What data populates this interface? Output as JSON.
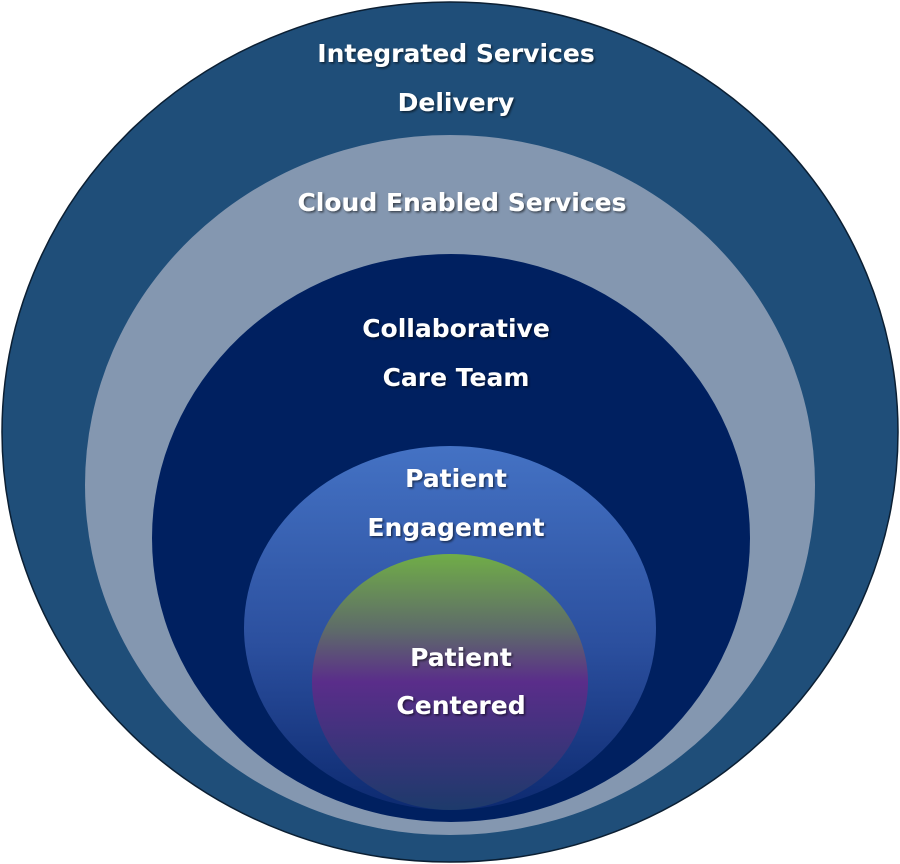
{
  "diagram": {
    "type": "nested-circles",
    "layers": [
      {
        "id": "integrated",
        "lines": [
          "Integrated Services",
          "Delivery"
        ],
        "color": "#1f4e79"
      },
      {
        "id": "cloud",
        "lines": [
          "Cloud Enabled Services"
        ],
        "color": "#8497b0"
      },
      {
        "id": "collaborative",
        "lines": [
          "Collaborative",
          "Care Team"
        ],
        "color": "#002060"
      },
      {
        "id": "engagement",
        "lines": [
          "Patient",
          "Engagement"
        ],
        "gradient": [
          "#4472c4",
          "#2b4f9e",
          "#0d2a70"
        ]
      },
      {
        "id": "centered",
        "lines": [
          "Patient",
          "Centered"
        ],
        "gradient": [
          "#70ad47",
          "#5e4a84",
          "#5a2d8a",
          "#1d3a6b"
        ]
      }
    ],
    "text_color": "#ffffff"
  }
}
